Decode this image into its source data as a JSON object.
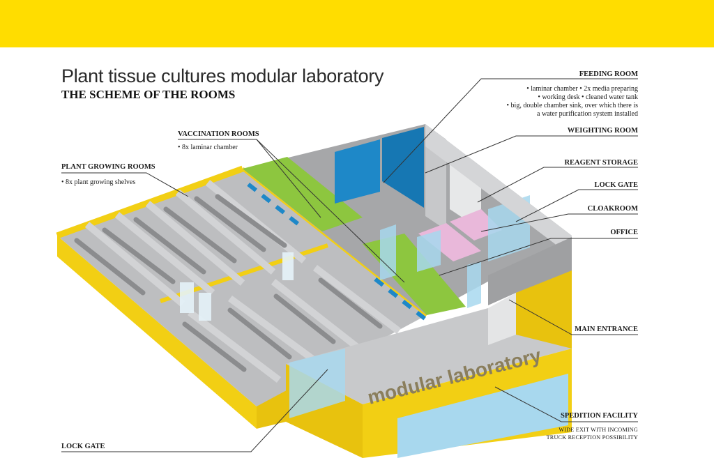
{
  "colors": {
    "accent_yellow": "#FFDD00",
    "wall_yellow": "#F2CF14",
    "room_green": "#8DC63F",
    "room_blue": "#1E88C8",
    "glass_blue": "#A8D8EE",
    "room_pink": "#E9B8DA",
    "floor_gray": "#B8B9BB",
    "shelf_gray": "#8B8C8E"
  },
  "header": {
    "title": "Plant tissue cultures modular laboratory",
    "subtitle": "THE SCHEME OF THE ROOMS"
  },
  "diagram": {
    "banner_text": "modular laboratory"
  },
  "labels": {
    "feeding_room": {
      "name": "FEEDING ROOM",
      "items": [
        "• laminar chamber • 2x media preparing",
        "• working desk • cleaned water tank",
        "• big, double chamber sink, over which there is",
        "a water purification system installed"
      ]
    },
    "weighting_room": {
      "name": "WEIGHTING ROOM"
    },
    "reagent_storage": {
      "name": "REAGENT STORAGE"
    },
    "lock_gate_right": {
      "name": "LOCK GATE"
    },
    "cloakroom": {
      "name": "CLOAKROOM"
    },
    "office": {
      "name": "OFFICE"
    },
    "main_entrance": {
      "name": "MAIN ENTRANCE"
    },
    "spedition_facility": {
      "name": "SPEDITION FACILITY",
      "items": [
        "WIDE EXIT WITH INCOMING",
        "TRUCK RECEPTION POSSIBILITY"
      ]
    },
    "vaccination_rooms": {
      "name": "VACCINATION ROOMS",
      "items": [
        "• 8x laminar chamber"
      ]
    },
    "plant_growing_rooms": {
      "name": "PLANT GROWING ROOMS",
      "items": [
        "• 8x plant growing shelves"
      ]
    },
    "lock_gate_bottom": {
      "name": "LOCK GATE"
    }
  }
}
